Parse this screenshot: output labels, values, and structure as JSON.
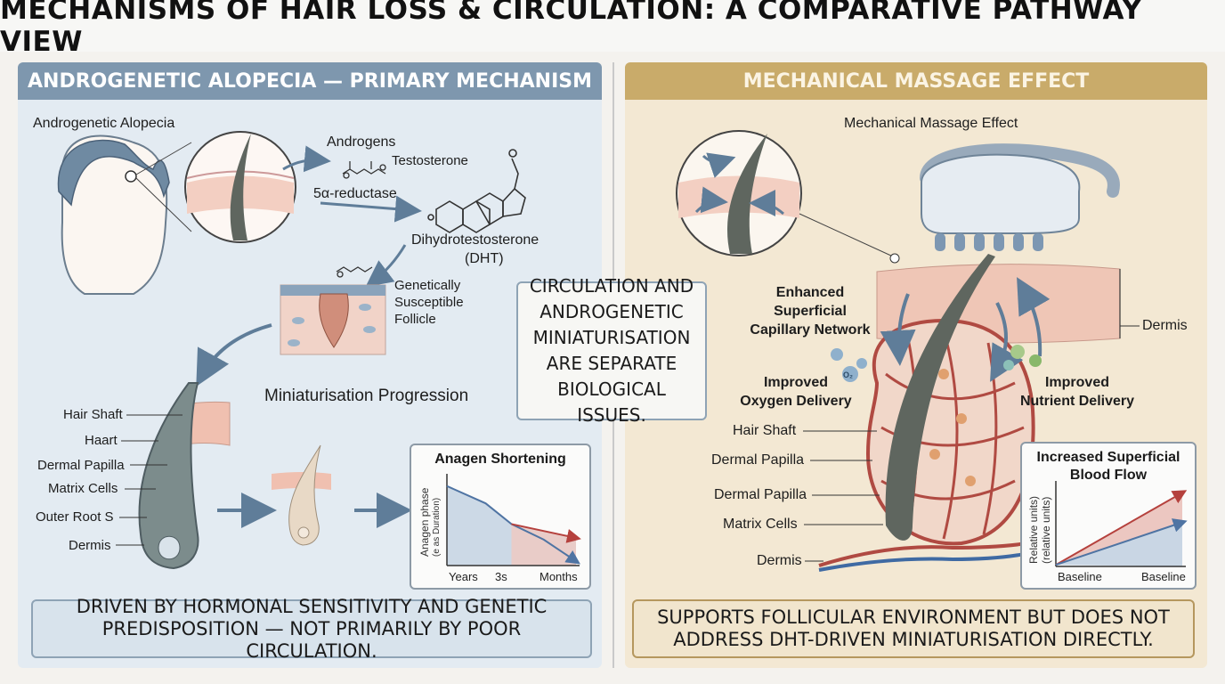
{
  "title": "MECHANISMS OF HAIR LOSS & CIRCULATION: A COMPARATIVE PATHWAY VIEW",
  "left": {
    "header": "ANDROGENETIC ALOPECIA — PRIMARY MECHANISM",
    "subtitle": "Androgenetic Alopecia",
    "androgens": "Androgens",
    "testosterone": "Testosterone",
    "reductase": "5α-reductase",
    "dht_line1": "Dihydrotestosterone",
    "dht_line2": "(DHT)",
    "follicle_line1": "Genetically",
    "follicle_line2": "Susceptible",
    "follicle_line3": "Follicle",
    "progression": "Miniaturisation Progression",
    "parts": [
      "Hair Shaft",
      "Haart",
      "Dermal Papilla",
      "Matrix Cells",
      "Outer Root S",
      "Dermis"
    ],
    "bottom": "DRIVEN BY HORMONAL SENSITIVITY AND GENETIC PREDISPOSITION — NOT PRIMARILY BY POOR CIRCULATION."
  },
  "center": "CIRCULATION AND ANDROGENETIC MINIATURISATION ARE SEPARATE BIOLOGICAL ISSUES.",
  "right": {
    "header": "MECHANICAL MASSAGE EFFECT",
    "subtitle": "Mechanical Massage Effect",
    "capillary_line1": "Enhanced",
    "capillary_line2": "Superficial",
    "capillary_line3": "Capillary Network",
    "dermis_top": "Dermis",
    "oxygen_line1": "Improved",
    "oxygen_line2": "Oxygen Delivery",
    "nutrient_line1": "Improved",
    "nutrient_line2": "Nutrient Delivery",
    "o2": "O₂",
    "parts": [
      "Hair Shaft",
      "Dermal Papilla",
      "Dermal Papilla",
      "Matrix Cells",
      "Dermis"
    ],
    "bottom": "SUPPORTS FOLLICULAR ENVIRONMENT BUT DOES NOT ADDRESS DHT-DRIVEN MINIATURISATION DIRECTLY."
  },
  "chart_data": [
    {
      "type": "line",
      "title": "Anagen Shortening",
      "ylabel_line1": "Anagen phase",
      "ylabel_line2": "(e as Duration)",
      "x_ticks": [
        "Years",
        "3s",
        "Months"
      ],
      "series": [
        {
          "points": [
            [
              0,
              0.92
            ],
            [
              0.3,
              0.72
            ],
            [
              0.5,
              0.48
            ],
            [
              0.75,
              0.3
            ],
            [
              1.0,
              0.05
            ]
          ],
          "color": "#4f74a3"
        },
        {
          "points": [
            [
              0.5,
              0.48
            ],
            [
              1.0,
              0.32
            ]
          ],
          "color": "#b5413d"
        }
      ],
      "shade_split": 0.5,
      "colors": {
        "early_fill": "#c6d5e3",
        "late_fill": "#e7c6c2"
      }
    },
    {
      "type": "area",
      "title": "Increased Superficial Blood Flow",
      "ylabel_line1": "Relative units)",
      "ylabel_line2": "(relative units)",
      "x_ticks": [
        "Baseline",
        "Baseline"
      ],
      "series": [
        {
          "points": [
            [
              0,
              0.02
            ],
            [
              1.0,
              0.92
            ]
          ],
          "color": "#b5413d"
        },
        {
          "points": [
            [
              0,
              0.02
            ],
            [
              1.0,
              0.55
            ]
          ],
          "color": "#4f74a3"
        }
      ],
      "colors": {
        "upper_fill": "#ecc7c1",
        "lower_fill": "#c9d6e4"
      }
    }
  ]
}
